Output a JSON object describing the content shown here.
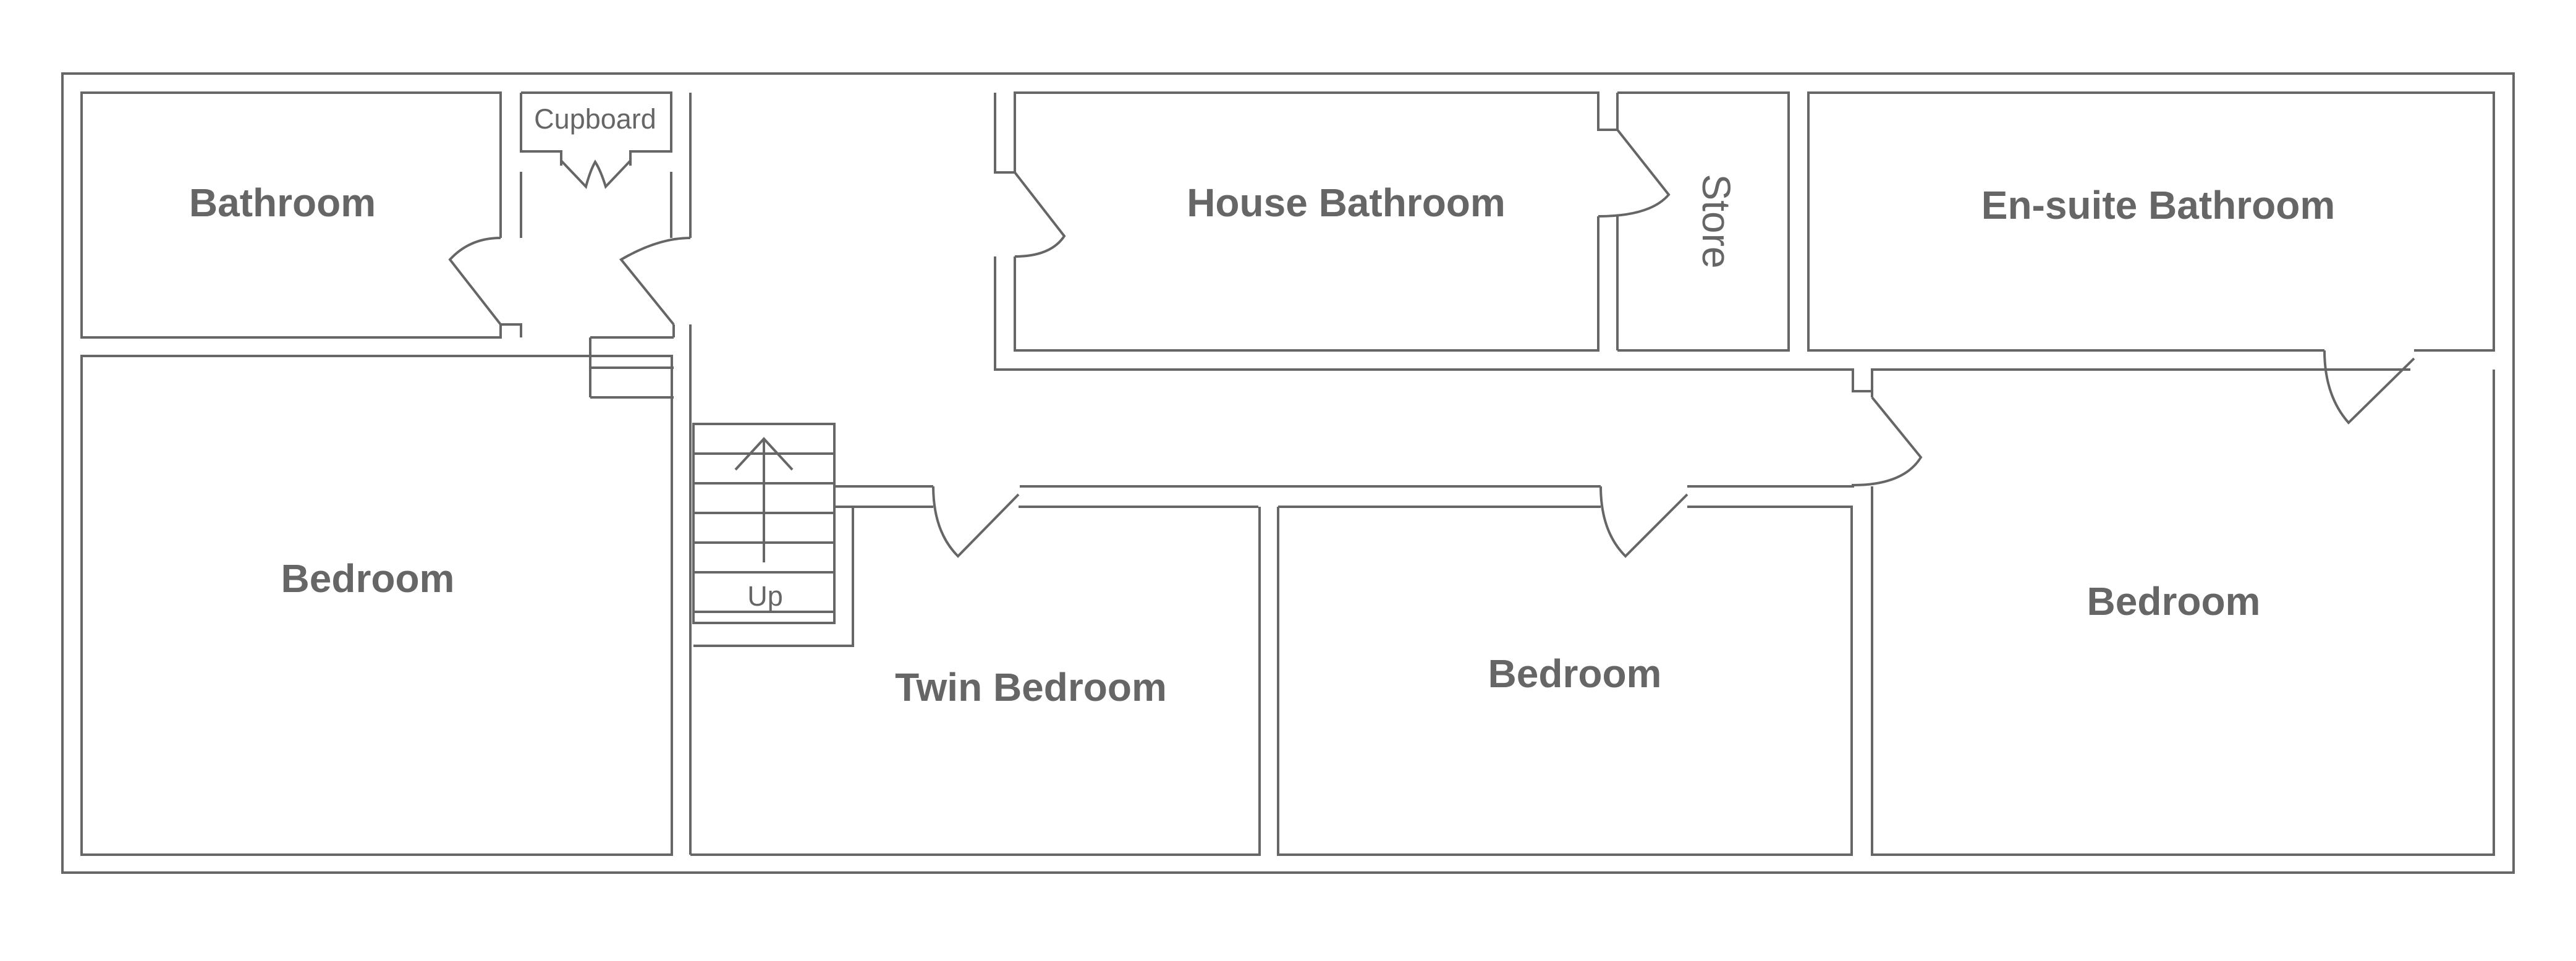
{
  "floor_plan": {
    "rooms": {
      "bathroom": "Bathroom",
      "cupboard": "Cupboard",
      "house_bathroom": "House Bathroom",
      "store": "Store",
      "ensuite_bathroom": "En-suite Bathroom",
      "bedroom_left": "Bedroom",
      "twin_bedroom": "Twin Bedroom",
      "bedroom_middle": "Bedroom",
      "bedroom_right": "Bedroom"
    },
    "stairs": {
      "direction_label": "Up"
    }
  }
}
